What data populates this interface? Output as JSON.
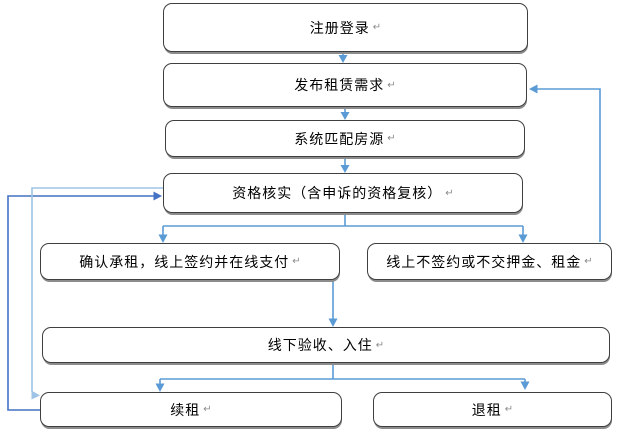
{
  "diagram": {
    "paragraph_mark": "↵",
    "nodes": {
      "register": {
        "label": "注册登录"
      },
      "publish": {
        "label": "发布租赁需求"
      },
      "match": {
        "label": "系统匹配房源"
      },
      "verify": {
        "label": "资格核实（含申诉的资格复核）"
      },
      "confirm": {
        "label": "确认承租，线上签约并在线支付"
      },
      "no_sign": {
        "label": "线上不签约或不交押金、租金"
      },
      "check_in": {
        "label": "线下验收、入住"
      },
      "renew": {
        "label": "续租"
      },
      "terminate": {
        "label": "退租"
      }
    },
    "edges": [
      {
        "from": "注册登录",
        "to": "发布租赁需求"
      },
      {
        "from": "发布租赁需求",
        "to": "系统匹配房源"
      },
      {
        "from": "系统匹配房源",
        "to": "资格核实（含申诉的资格复核）"
      },
      {
        "from": "资格核实（含申诉的资格复核）",
        "to": "确认承租，线上签约并在线支付"
      },
      {
        "from": "资格核实（含申诉的资格复核）",
        "to": "线上不签约或不交押金、租金"
      },
      {
        "from": "确认承租，线上签约并在线支付",
        "to": "线下验收、入住"
      },
      {
        "from": "线下验收、入住",
        "to": "续租"
      },
      {
        "from": "线下验收、入住",
        "to": "退租"
      },
      {
        "from": "线上不签约或不交押金、租金",
        "to": "发布租赁需求"
      },
      {
        "from": "续租",
        "to": "资格核实（含申诉的资格复核）"
      },
      {
        "from": "资格核实（含申诉的资格复核）",
        "to": "续租"
      }
    ],
    "colors": {
      "connector": "#5B9BD5",
      "connector_dark": "#4472C4",
      "connector_light": "#9DC3E6",
      "box_border": "#3F3F3F",
      "box_fill": "#FFFFFF",
      "text": "#000000"
    }
  }
}
